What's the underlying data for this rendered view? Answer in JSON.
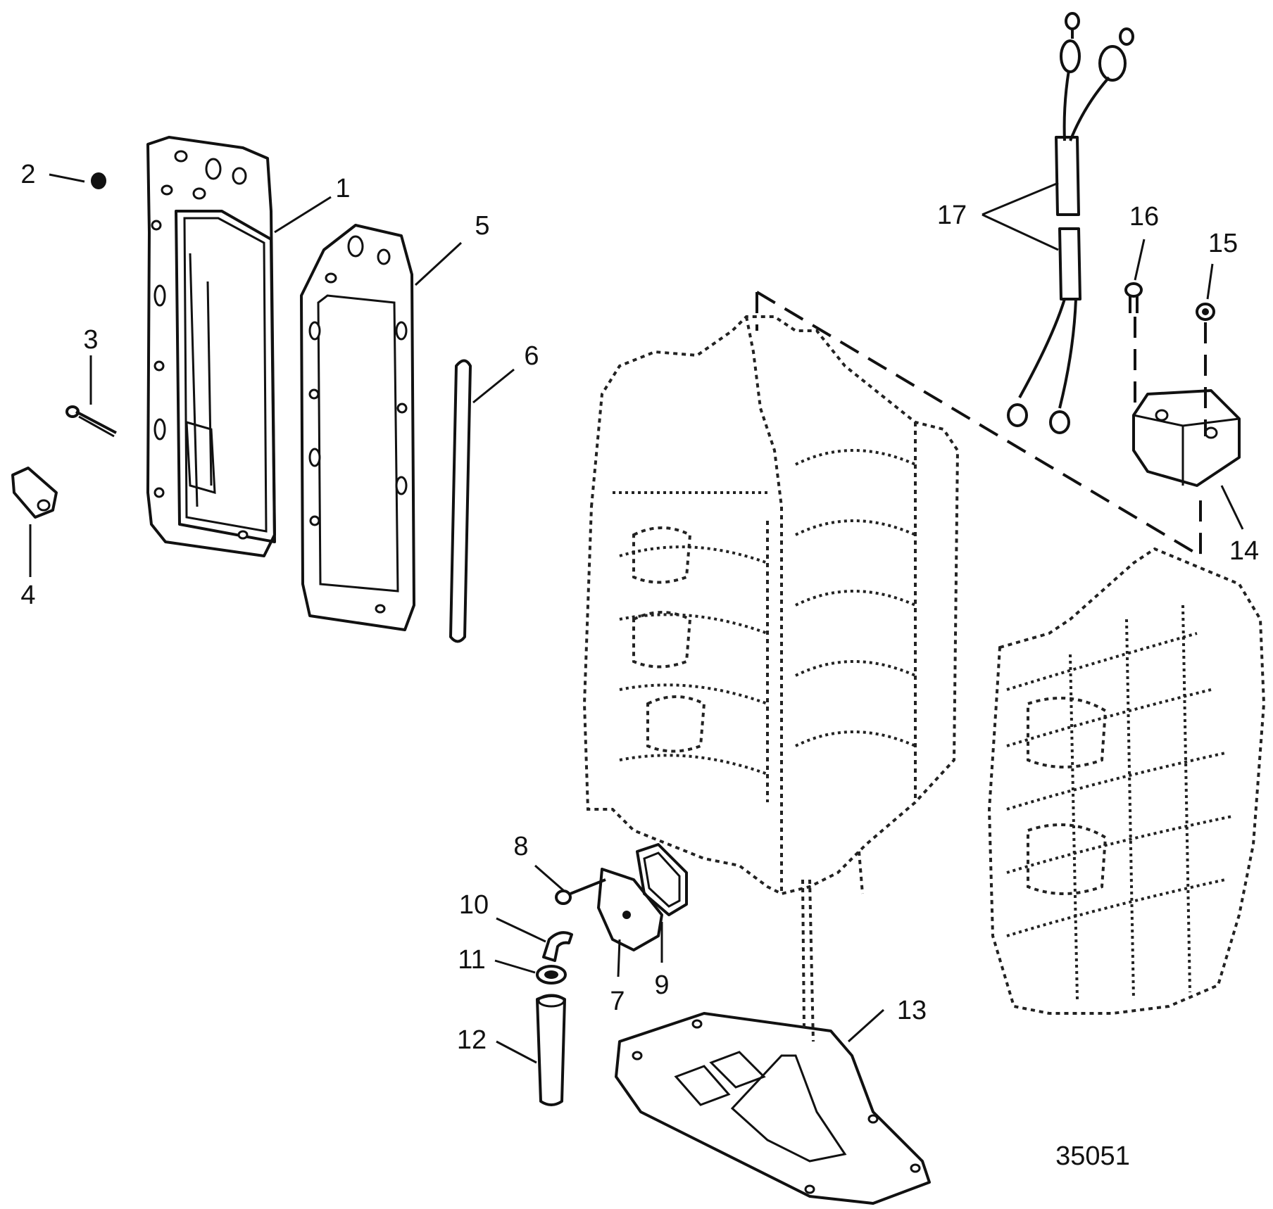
{
  "callouts": {
    "c1": "1",
    "c2": "2",
    "c3": "3",
    "c4": "4",
    "c5": "5",
    "c6": "6",
    "c7": "7",
    "c8": "8",
    "c9": "9",
    "c10": "10",
    "c11": "11",
    "c12": "12",
    "c13": "13",
    "c14": "14",
    "c15": "15",
    "c16": "16",
    "c17": "17"
  },
  "figure_number": "35051"
}
